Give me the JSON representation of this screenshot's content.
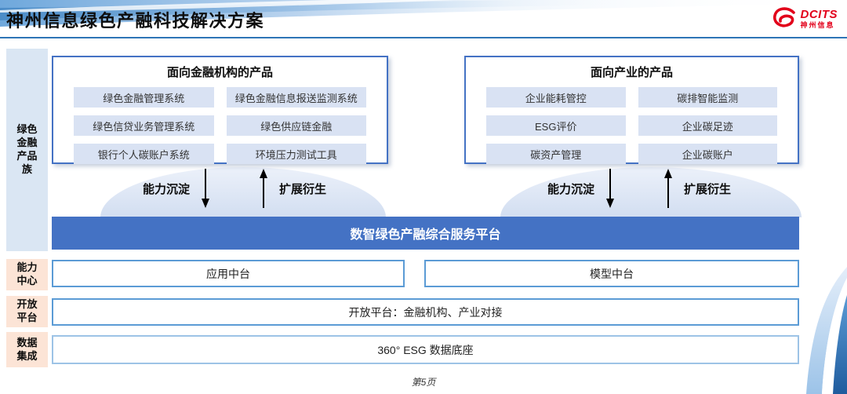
{
  "slide": {
    "title": "神州信息绿色产融科技解决方案",
    "page_number": "第5页"
  },
  "logo": {
    "brand": "DCITS",
    "brand_cn": "神州信息",
    "icon": "dcits-swirl-icon",
    "color": "#e2001a"
  },
  "sidebar": {
    "labels": [
      {
        "text": "绿色金融产品族",
        "lines": [
          "绿色",
          "金融",
          "产品",
          "族"
        ]
      },
      {
        "text": "能力中心",
        "lines": [
          "能力",
          "中心"
        ]
      },
      {
        "text": "开放平台",
        "lines": [
          "开放",
          "平台"
        ]
      },
      {
        "text": "数据集成",
        "lines": [
          "数据",
          "集成"
        ]
      }
    ]
  },
  "product_boxes": [
    {
      "title": "面向金融机构的产品",
      "items": [
        "绿色金融管理系统",
        "绿色金融信息报送监测系统",
        "绿色信贷业务管理系统",
        "绿色供应链金融",
        "银行个人碳账户系统",
        "环境压力测试工具"
      ]
    },
    {
      "title": "面向产业的产品",
      "items": [
        "企业能耗管控",
        "碳排智能监测",
        "ESG评价",
        "企业碳足迹",
        "碳资产管理",
        "企业碳账户"
      ]
    }
  ],
  "arrows": {
    "down_label": "能力沉淀",
    "up_label": "扩展衍生"
  },
  "platform_bar": "数智绿色产融综合服务平台",
  "middle_rows": {
    "capability_center": [
      "应用中台",
      "模型中台"
    ],
    "open_platform": "开放平台：金融机构、产业对接",
    "data_integration": "360° ESG 数据底座"
  },
  "colors": {
    "accent_blue": "#4472c4",
    "border_blue": "#5b9bd5",
    "light_border_blue": "#9dc3e6",
    "item_bg": "#d9e2f3",
    "sidebar_blue_bg": "#dae6f3",
    "sidebar_peach_bg": "#fce4d6",
    "rule_blue": "#2e75b6",
    "logo_red": "#e2001a"
  }
}
